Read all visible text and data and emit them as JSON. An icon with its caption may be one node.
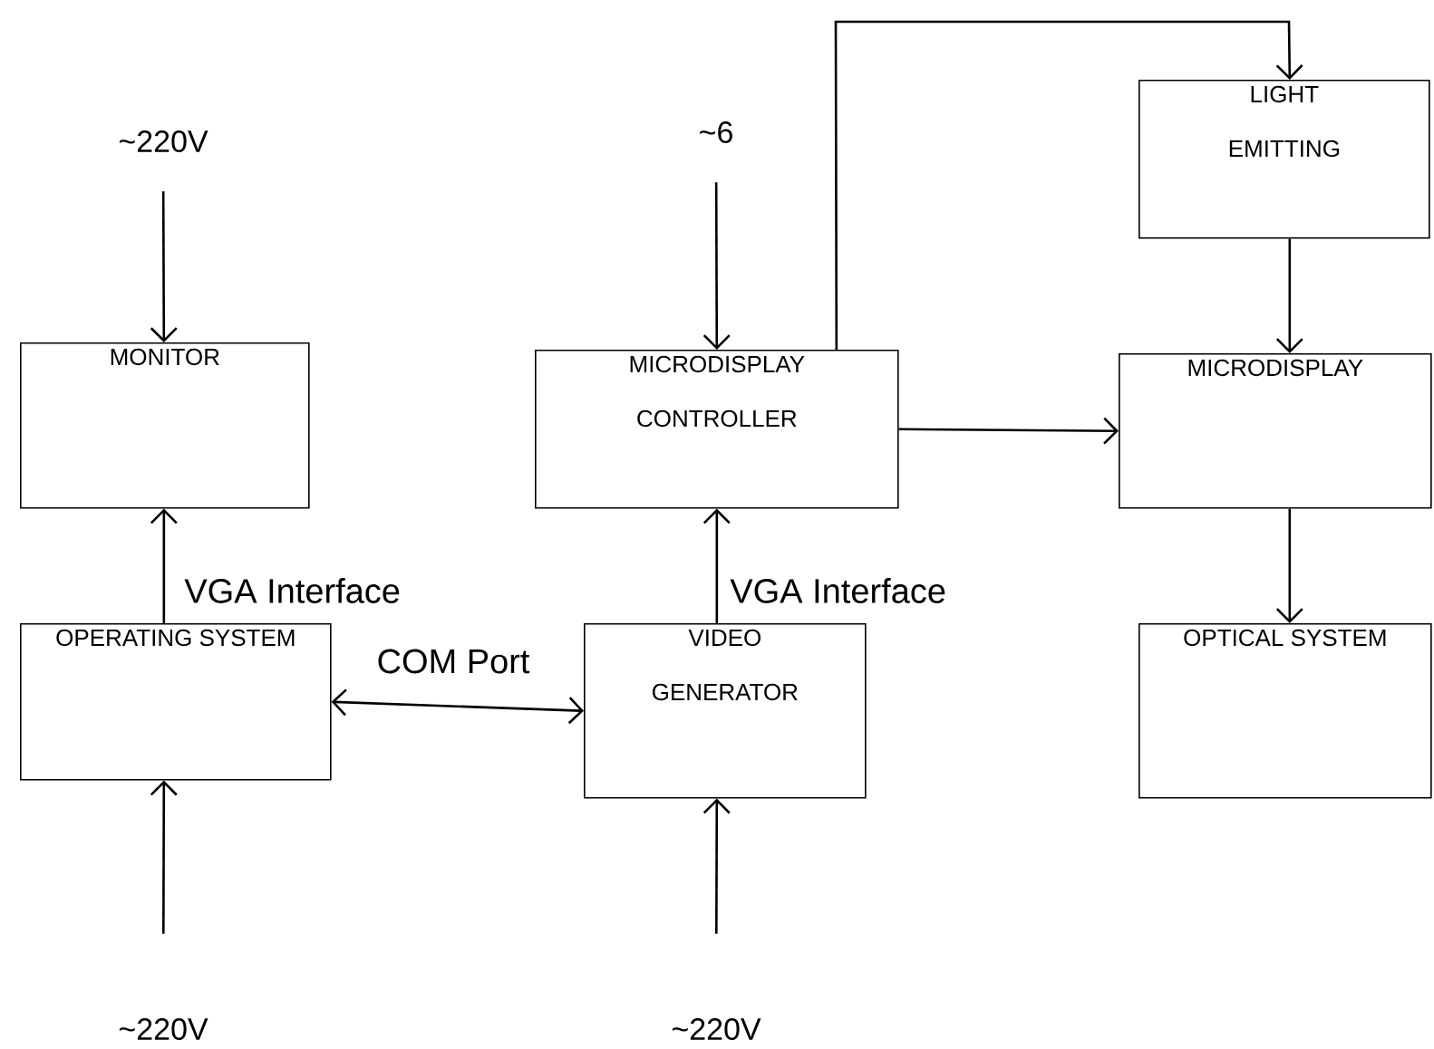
{
  "diagram": {
    "nodes": [
      {
        "text": [
          "~220V"
        ]
      },
      {
        "text": [
          "MONITOR"
        ]
      },
      {
        "text": [
          "~6"
        ]
      },
      {
        "text": [
          "MICRODISPLAY CONTROLLER"
        ]
      },
      {
        "text": [
          "LIGHT EMITTING"
        ]
      },
      {
        "text": [
          "MICRODISPLAY"
        ]
      },
      {
        "text": [
          "OPERATING SYSTEM"
        ]
      },
      {
        "text": [
          "VIDEO GENERATOR"
        ]
      },
      {
        "text": [
          "OPTICAL SYSTEM"
        ]
      },
      {
        "text": [
          "~220V"
        ]
      },
      {
        "text": [
          "~220V"
        ]
      }
    ],
    "edges": [
      {
        "from": 0,
        "to": 1,
        "arrow": "to"
      },
      {
        "from": 2,
        "to": 3,
        "arrow": "to"
      },
      {
        "from": 6,
        "to": 1,
        "arrow": "to",
        "label": "VGA Interface"
      },
      {
        "from": 7,
        "to": 3,
        "arrow": "to",
        "label": "VGA Interface"
      },
      {
        "from": 6,
        "to": 7,
        "arrow": "both",
        "label": "COM Port"
      },
      {
        "from": 9,
        "to": 6,
        "arrow": "to"
      },
      {
        "from": 10,
        "to": 7,
        "arrow": "to"
      },
      {
        "from": 3,
        "to": 4,
        "arrow": "to"
      },
      {
        "from": 4,
        "to": 5,
        "arrow": "to"
      },
      {
        "from": 3,
        "to": 5,
        "arrow": "to"
      },
      {
        "from": 5,
        "to": 8,
        "arrow": "to"
      }
    ]
  }
}
